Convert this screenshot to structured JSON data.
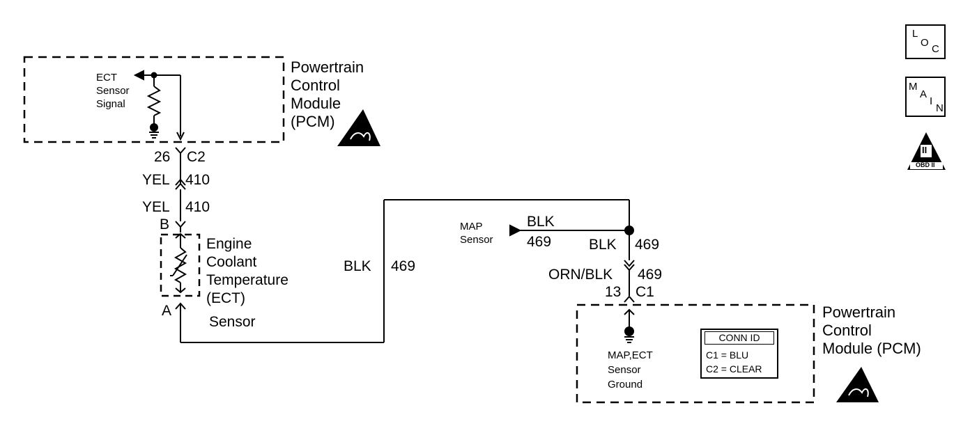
{
  "pcm_top": {
    "label_lines": [
      "Powertrain",
      "Control",
      "Module",
      "(PCM)"
    ],
    "ect_signal_lines": [
      "ECT",
      "Sensor",
      "Signal"
    ]
  },
  "connector_c2": {
    "pin": "26",
    "name": "C2"
  },
  "wire_upper": {
    "color": "YEL",
    "circuit": "410"
  },
  "wire_lower": {
    "color": "YEL",
    "circuit": "410"
  },
  "ect_sensor": {
    "terminal_b": "B",
    "terminal_a": "A",
    "label_lines": [
      "Engine",
      "Coolant",
      "Temperature",
      "(ECT)",
      "Sensor"
    ]
  },
  "ground_wire": {
    "color": "BLK",
    "circuit": "469"
  },
  "map_sensor": {
    "label_lines": [
      "MAP",
      "Sensor"
    ],
    "wire_color": "BLK",
    "circuit": "469"
  },
  "splice_wire": {
    "color": "BLK",
    "circuit": "469"
  },
  "connector_c1": {
    "color": "ORN/BLK",
    "circuit": "469",
    "pin": "13",
    "name": "C1"
  },
  "pcm_bottom": {
    "label_lines": [
      "Powertrain",
      "Control",
      "Module (PCM)"
    ],
    "ground_lines": [
      "MAP,ECT",
      "Sensor",
      "Ground"
    ]
  },
  "conn_id": {
    "title": "CONN ID",
    "rows": [
      "C1 = BLU",
      "C2 = CLEAR"
    ]
  },
  "icons": {
    "loc": {
      "l": "L",
      "o": "O",
      "c": "C"
    },
    "main": {
      "m": "M",
      "a": "A",
      "i": "I",
      "n": "N"
    },
    "obd": {
      "label": "OBD II",
      "numeral": "II"
    }
  }
}
